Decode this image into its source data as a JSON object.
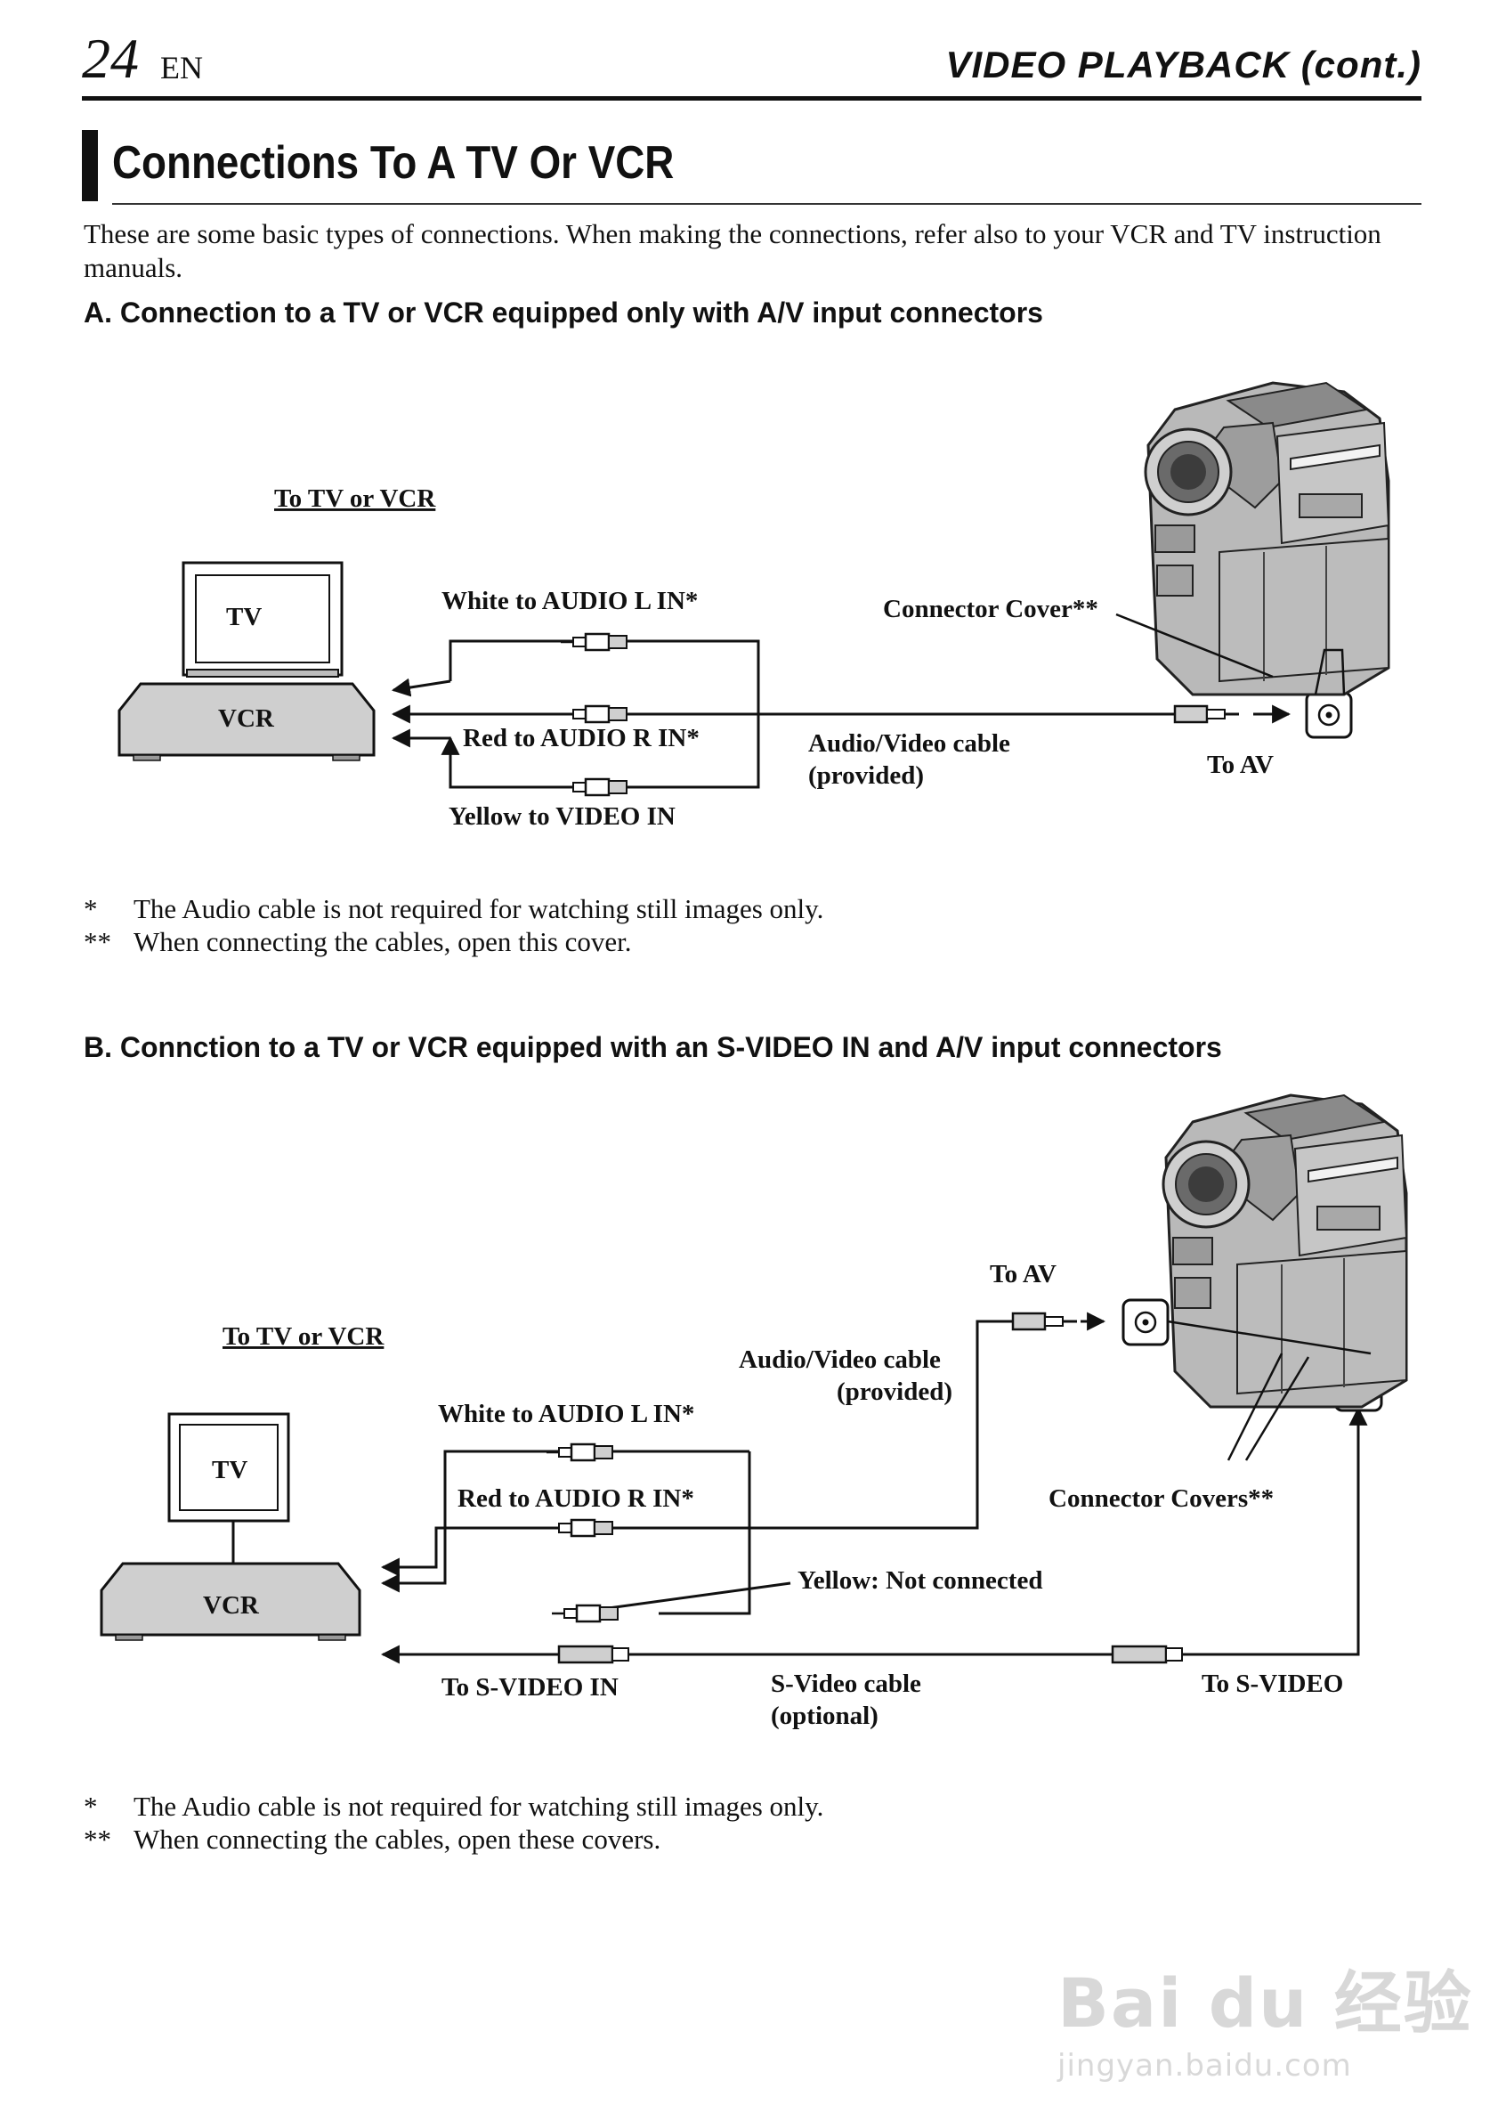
{
  "header": {
    "page_number": "24",
    "page_lang": "EN",
    "running_head": "VIDEO PLAYBACK (cont.)"
  },
  "section": {
    "title": "Connections To A TV Or VCR",
    "intro": "These are some basic types of connections. When making the connections, refer also to your VCR and TV instruction manuals."
  },
  "diagram_a": {
    "heading": "A. Connection to a TV or VCR equipped only with A/V input connectors",
    "to_tv_vcr": "To TV or VCR",
    "tv": "TV",
    "vcr": "VCR",
    "white": "White to AUDIO L IN*",
    "red": "Red to AUDIO R IN*",
    "yellow": "Yellow to VIDEO IN",
    "connector_cover": "Connector Cover**",
    "cable_line1": "Audio/Video cable",
    "cable_line2": "(provided)",
    "to_av": "To AV",
    "notes": [
      {
        "mark": "*",
        "text": "The Audio cable is not required for watching still images only."
      },
      {
        "mark": "**",
        "text": "When connecting the cables, open this cover."
      }
    ]
  },
  "diagram_b": {
    "heading": "B. Connction to a TV or VCR equipped with an S-VIDEO IN and A/V input connectors",
    "to_tv_vcr": "To TV or VCR",
    "tv": "TV",
    "vcr": "VCR",
    "to_av": "To AV",
    "cable_line1": "Audio/Video cable",
    "cable_line2": "(provided)",
    "white": "White to AUDIO L IN*",
    "red": "Red to AUDIO R IN*",
    "yellow": "Yellow: Not connected",
    "connector_covers": "Connector Covers**",
    "to_svideo_in": "To S-VIDEO IN",
    "svideo_line1": "S-Video cable",
    "svideo_line2": "(optional)",
    "to_svideo": "To S-VIDEO",
    "notes": [
      {
        "mark": "*",
        "text": "The Audio cable is not required for watching still images only."
      },
      {
        "mark": "**",
        "text": "When connecting the cables, open these covers."
      }
    ]
  },
  "watermark": {
    "main": "Bai du 经验",
    "sub": "jingyan.baidu.com"
  }
}
